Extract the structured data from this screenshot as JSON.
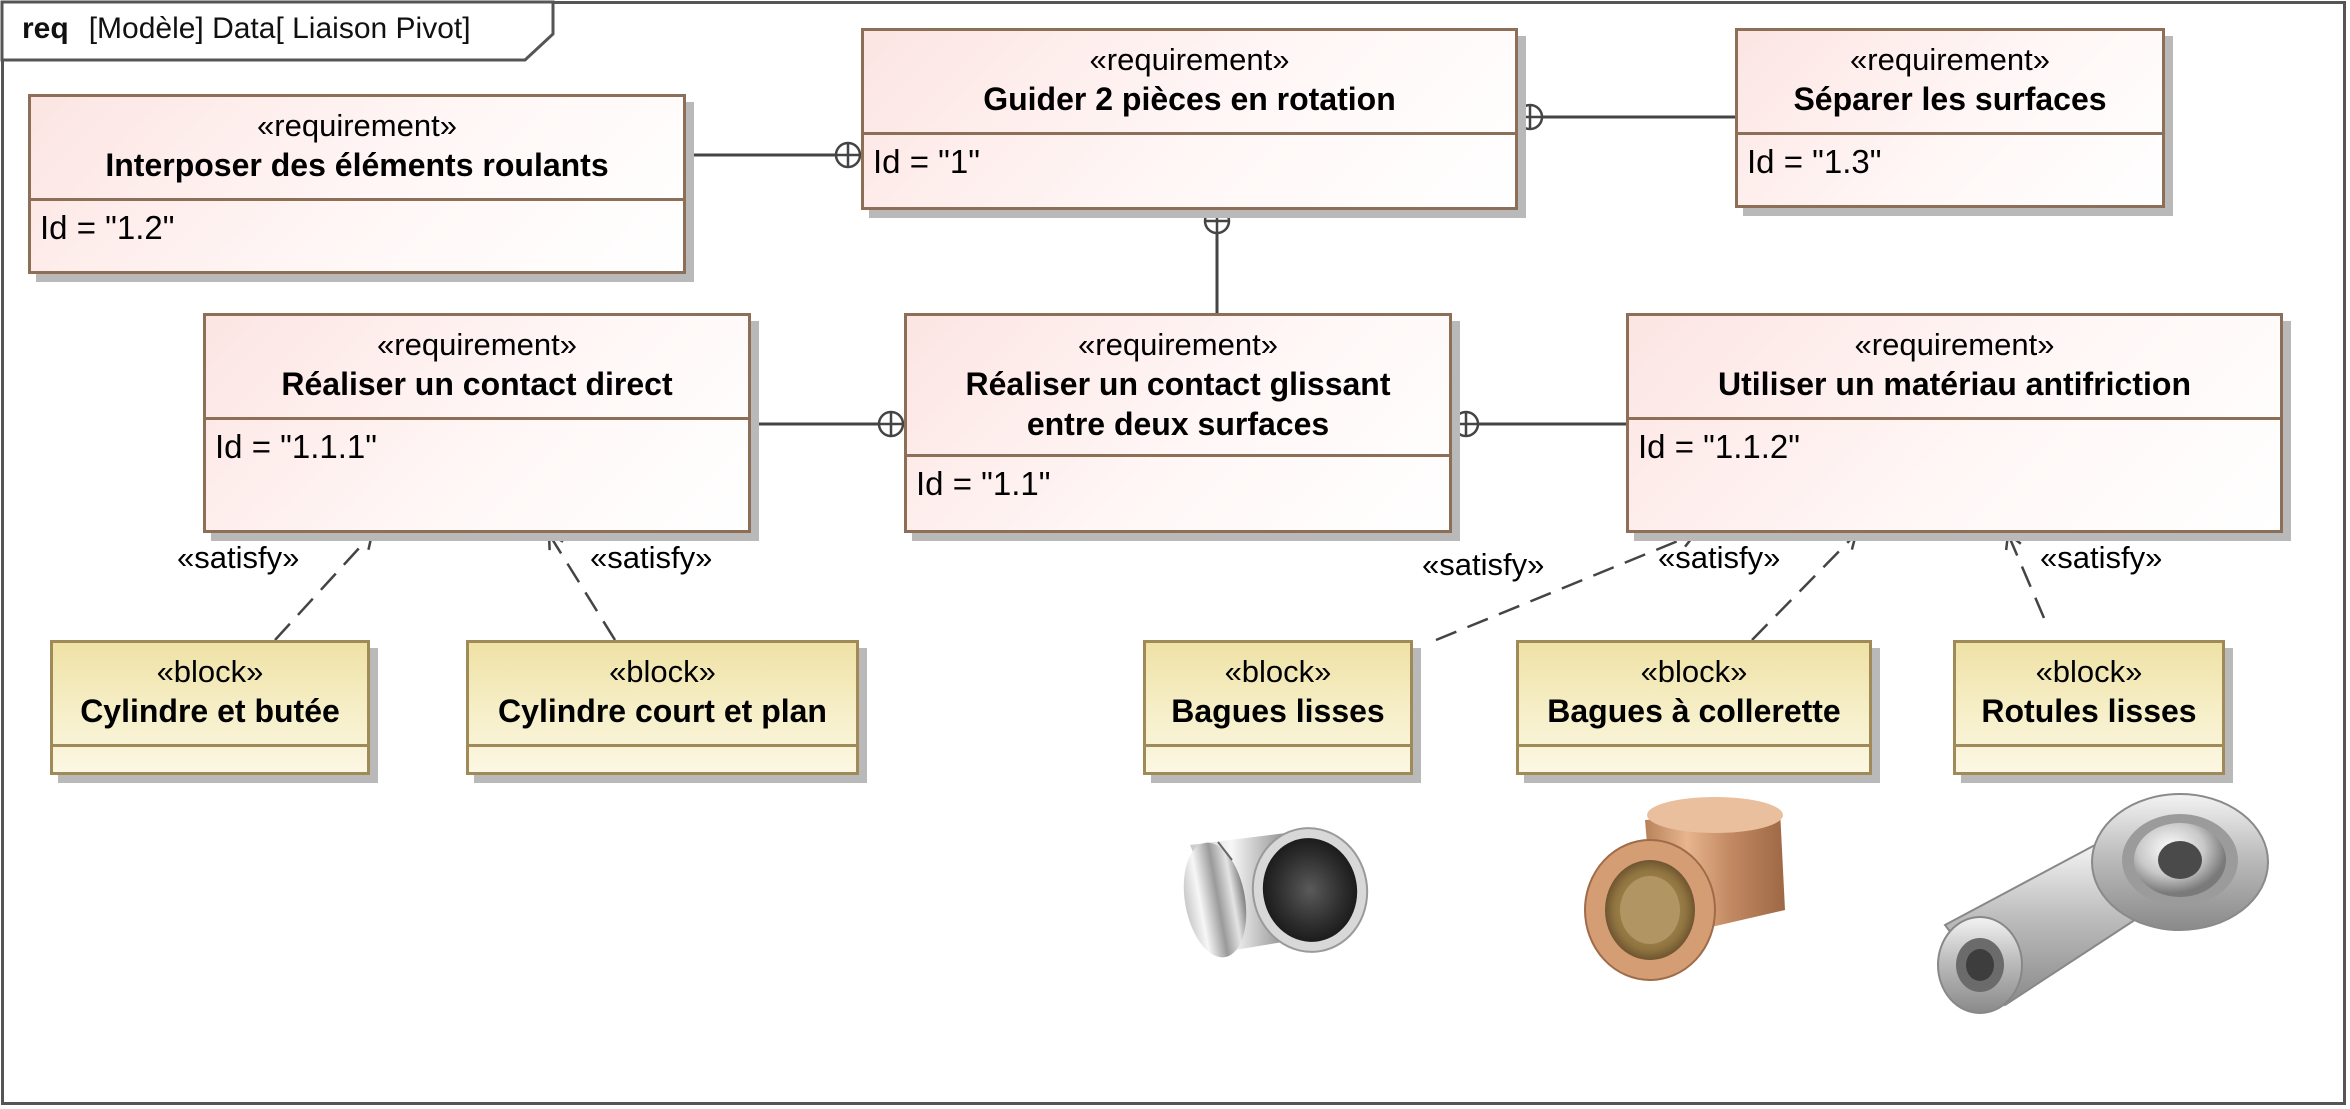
{
  "frame": {
    "keyword": "req",
    "title": "[Modèle] Data[ Liaison Pivot]"
  },
  "requirements": [
    {
      "stereotype": "«requirement»",
      "name": "Guider 2 pièces en rotation",
      "id": "Id = \"1\""
    },
    {
      "stereotype": "«requirement»",
      "name": "Interposer des éléments roulants",
      "id": "Id = \"1.2\""
    },
    {
      "stereotype": "«requirement»",
      "name": "Séparer les surfaces",
      "id": "Id = \"1.3\""
    },
    {
      "stereotype": "«requirement»",
      "name": "Réaliser un contact direct",
      "id": "Id = \"1.1.1\""
    },
    {
      "stereotype": "«requirement»",
      "name_line1": "Réaliser un contact glissant",
      "name_line2": "entre deux surfaces",
      "id": "Id = \"1.1\""
    },
    {
      "stereotype": "«requirement»",
      "name": "Utiliser un matériau antifriction",
      "id": "Id = \"1.1.2\""
    }
  ],
  "blocks": [
    {
      "stereotype": "«block»",
      "name": "Cylindre et butée"
    },
    {
      "stereotype": "«block»",
      "name": "Cylindre court et plan"
    },
    {
      "stereotype": "«block»",
      "name": "Bagues lisses"
    },
    {
      "stereotype": "«block»",
      "name": "Bagues à collerette"
    },
    {
      "stereotype": "«block»",
      "name": "Rotules lisses"
    }
  ],
  "relations": {
    "satisfy_label": "«satisfy»"
  },
  "colors": {
    "requirement_fill": "#fce5e3",
    "requirement_border": "#8d6e56",
    "block_fill": "#efe2a6",
    "block_border": "#a08a58",
    "line": "#444444"
  },
  "images": [
    "plain-bushing",
    "flanged-bronze-bushing",
    "rod-end-spherical-bearing"
  ]
}
